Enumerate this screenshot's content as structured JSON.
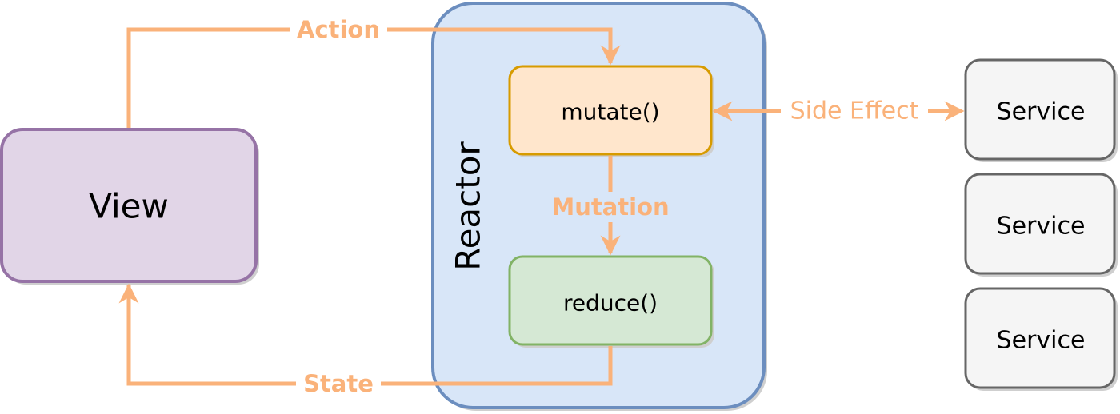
{
  "nodes": {
    "view": {
      "label": "View"
    },
    "reactor": {
      "label": "Reactor"
    },
    "mutate": {
      "label": "mutate()"
    },
    "reduce": {
      "label": "reduce()"
    },
    "services": [
      {
        "label": "Service"
      },
      {
        "label": "Service"
      },
      {
        "label": "Service"
      }
    ]
  },
  "edges": {
    "action": {
      "label": "Action"
    },
    "mutation": {
      "label": "Mutation"
    },
    "state": {
      "label": "State"
    },
    "side_effect": {
      "label": "Side Effect"
    }
  },
  "colors": {
    "arrow": "#FAB27A",
    "view_fill": "#E1D5E7",
    "view_stroke": "#9673A6",
    "reactor_fill": "#D8E6F8",
    "reactor_stroke": "#6C8EBF",
    "mutate_fill": "#FFE6CC",
    "mutate_stroke": "#D79B00",
    "reduce_fill": "#D5E8D4",
    "reduce_stroke": "#82B366",
    "service_fill": "#F5F5F5",
    "service_stroke": "#666666",
    "shadow": "#CFCFCF"
  }
}
